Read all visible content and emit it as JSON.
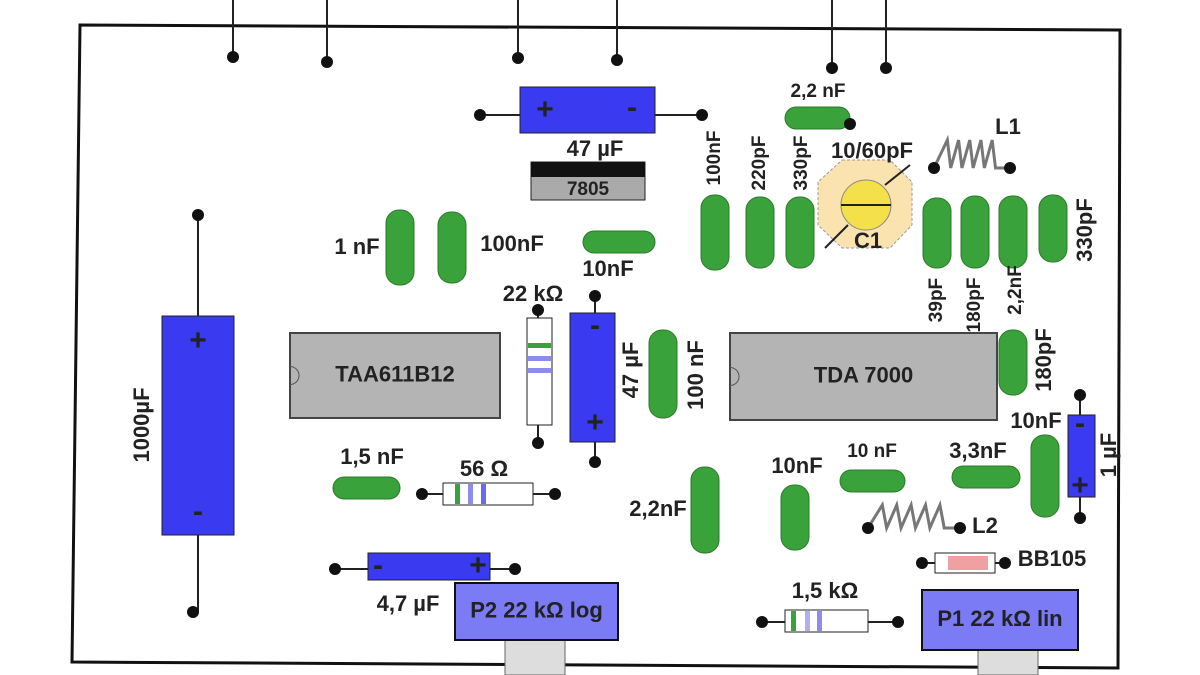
{
  "colors": {
    "board_outline": "#111111",
    "capacitor_ceramic": "#3aa23a",
    "capacitor_electrolytic": "#3a3af0",
    "ic_body": "#b4b4b4",
    "trimmer": "#f4e04a",
    "diode": "#f0a0a0"
  },
  "ics": {
    "amp": "TAA611B12",
    "radio": "TDA 7000",
    "regulator": "7805"
  },
  "labels": {
    "c_47uf_top": "47 µF",
    "c_2n2_top": "2,2 nF",
    "c_100nf_a": "100nF",
    "c_220pf": "220pF",
    "c_330pf_a": "330pF",
    "trimmer_value": "10/60pF",
    "trimmer_name": "C1",
    "l1": "L1",
    "c_39pf": "39pF",
    "c_180pf_a": "180pF",
    "c_2n2_b": "2,2nF",
    "c_330pf_b": "330pF",
    "c_1nf": "1 nF",
    "c_100nf_b": "100nF",
    "c_10nf_a": "10nF",
    "r_22k": "22 kΩ",
    "c_47uf_mid": "47 µF",
    "c_100nf_c": "100 nF",
    "c_180pf_b": "180pF",
    "c_1000uf": "1000µF",
    "c_1n5": "1,5 nF",
    "r_56": "56 Ω",
    "c_4u7": "4,7 µF",
    "c_2n2_c": "2,2nF",
    "c_10nf_b": "10nF",
    "c_10nf_c": "10 nF",
    "c_3n3": "3,3nF",
    "c_10nf_d": "10nF",
    "c_1uf": "1 µF",
    "l2": "L2",
    "diode": "BB105",
    "r_1k5": "1,5 kΩ",
    "p1": "P1 22 kΩ lin",
    "p2": "P2 22 kΩ log",
    "plus": "+",
    "minus": "-"
  }
}
